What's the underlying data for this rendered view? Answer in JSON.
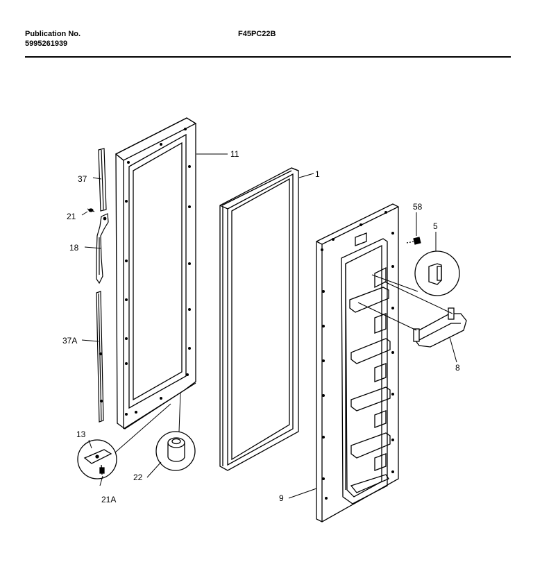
{
  "header": {
    "publication_label": "Publication No.",
    "publication_number": "5995261939",
    "model": "F45PC22B"
  },
  "callouts": {
    "c37": "37",
    "c21": "21",
    "c18": "18",
    "c37a": "37A",
    "c13": "13",
    "c21a": "21A",
    "c22": "22",
    "c11": "11",
    "c1": "1",
    "c58": "58",
    "c5": "5",
    "c8": "8",
    "c9": "9"
  }
}
